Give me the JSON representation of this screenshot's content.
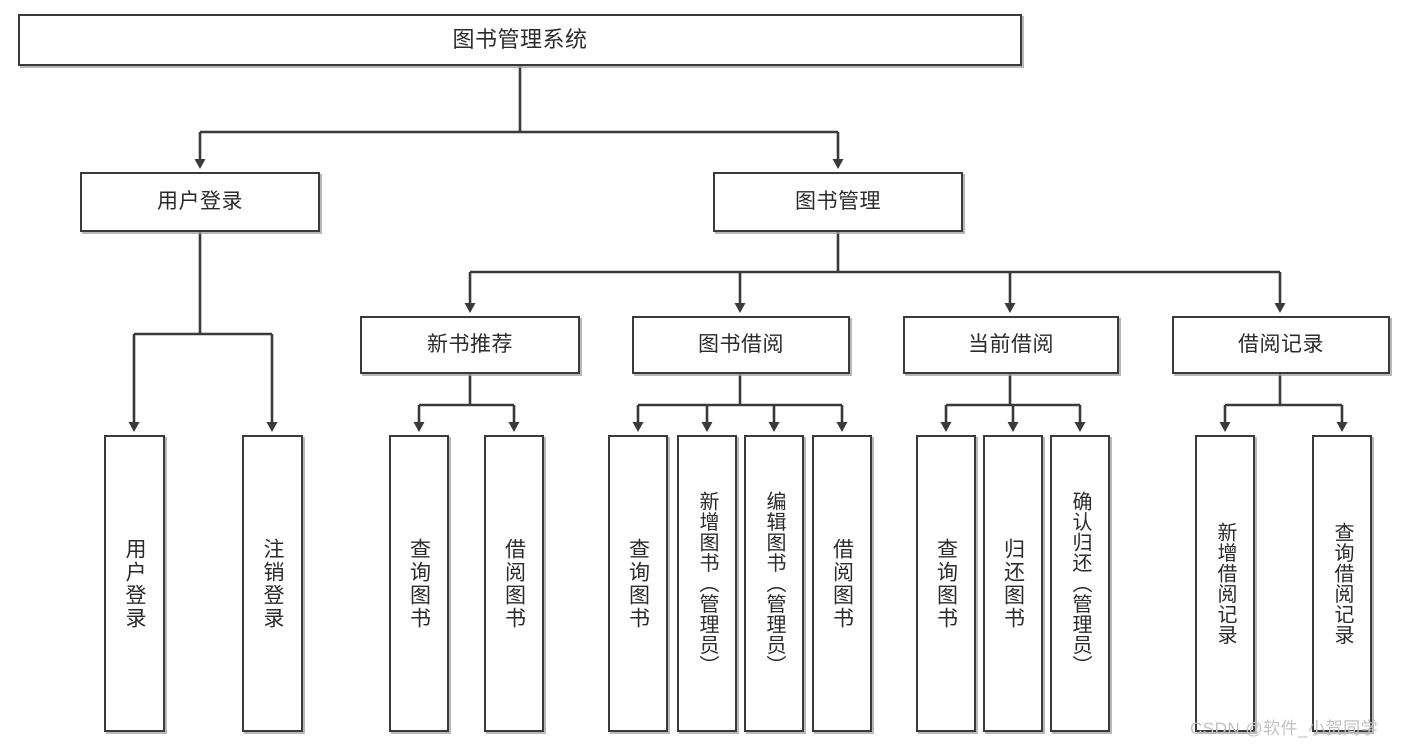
{
  "diagram": {
    "title": "图书管理系统",
    "type": "tree",
    "colors": {
      "stroke": "#3a3a3a",
      "box_fill": "#ffffff",
      "text": "#2b2b2b",
      "shadow": "#a0a0a0",
      "watermark": "#c2c2c2",
      "background": "#ffffff"
    },
    "root": {
      "label": "图书管理系统"
    },
    "level2": [
      {
        "label": "用户登录"
      },
      {
        "label": "图书管理"
      }
    ],
    "level3": [
      {
        "label": "新书推荐"
      },
      {
        "label": "图书借阅"
      },
      {
        "label": "当前借阅"
      },
      {
        "label": "借阅记录"
      }
    ],
    "leaves": {
      "user_login": [
        {
          "label": "用户登录"
        },
        {
          "label": "注销登录"
        }
      ],
      "new_book_recommend": [
        {
          "label": "查询图书"
        },
        {
          "label": "借阅图书"
        }
      ],
      "book_borrow": [
        {
          "label": "查询图书"
        },
        {
          "label": "新增图书（管理员）"
        },
        {
          "label": "编辑图书（管理员）"
        },
        {
          "label": "借阅图书"
        }
      ],
      "current_borrow": [
        {
          "label": "查询图书"
        },
        {
          "label": "归还图书"
        },
        {
          "label": "确认归还（管理员）"
        }
      ],
      "borrow_record": [
        {
          "label": "新增借阅记录"
        },
        {
          "label": "查询借阅记录"
        }
      ]
    }
  },
  "watermark": {
    "text": "CSDN @软件_小贺同学"
  }
}
